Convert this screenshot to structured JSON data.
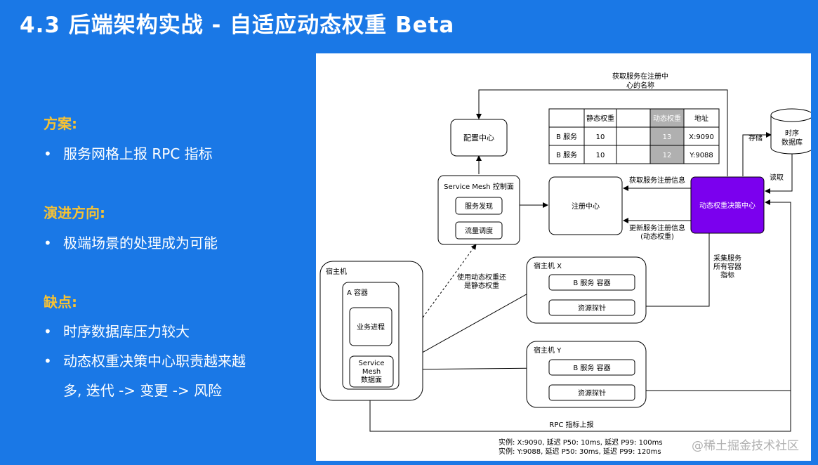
{
  "title": "4.3 后端架构实战 - 自适应动态权重 Beta",
  "left": {
    "plan_heading": "方案:",
    "plan_items": [
      "服务网格上报 RPC 指标"
    ],
    "evolution_heading": "演进方向:",
    "evolution_items": [
      "极端场景的处理成为可能"
    ],
    "cons_heading": "缺点:",
    "cons_items": [
      "时序数据库压力较大",
      "动态权重决策中心职责越来越"
    ],
    "cons_item2_cont": "多, 迭代 -> 变更 -> 风险"
  },
  "diagram": {
    "config_center": "配置中心",
    "registry": "注册中心",
    "control_plane_title": "Service Mesh 控制面",
    "service_discovery": "服务发现",
    "traffic_scheduling": "流量调度",
    "decision_center": "动态权重决策中心",
    "tsdb": [
      "时序",
      "数据库"
    ],
    "host_a": "宿主机",
    "container_a": "A 容器",
    "biz_process": "业务进程",
    "mesh_dataplane": [
      "Service",
      "Mesh",
      "数据面"
    ],
    "host_x": "宿主机 X",
    "host_y": "宿主机 Y",
    "b_container": "B 服务 容器",
    "probe": "资源探针",
    "label_get_names": [
      "获取服务在注册中",
      "心的名称"
    ],
    "label_get_info": "获取服务注册信息",
    "label_update_info": [
      "更新服务注册信息",
      "(动态权重)"
    ],
    "label_store": "存储",
    "label_read": "读取",
    "label_collect": [
      "采集服务",
      "所有容器",
      "指标"
    ],
    "label_use_weight": [
      "使用动态权重还",
      "是静态权重"
    ],
    "label_rpc_report": "RPC 指标上报",
    "weight_table": {
      "headers": [
        "",
        "静态权重",
        "动态权重",
        "地址"
      ],
      "rows": [
        [
          "B 服务",
          "10",
          "13",
          "X:9090"
        ],
        [
          "B 服务",
          "10",
          "12",
          "Y:9088"
        ]
      ]
    },
    "examples": [
      "实例: X:9090, 延迟 P50: 10ms, 延迟 P99: 100ms",
      "实例: Y:9088, 延迟 P50: 30ms, 延迟 P99: 120ms"
    ],
    "colors": {
      "decision_center": "#7b00ee",
      "highlight_cell": "#b0b0b0"
    }
  },
  "watermark": "@稀土掘金技术社区"
}
